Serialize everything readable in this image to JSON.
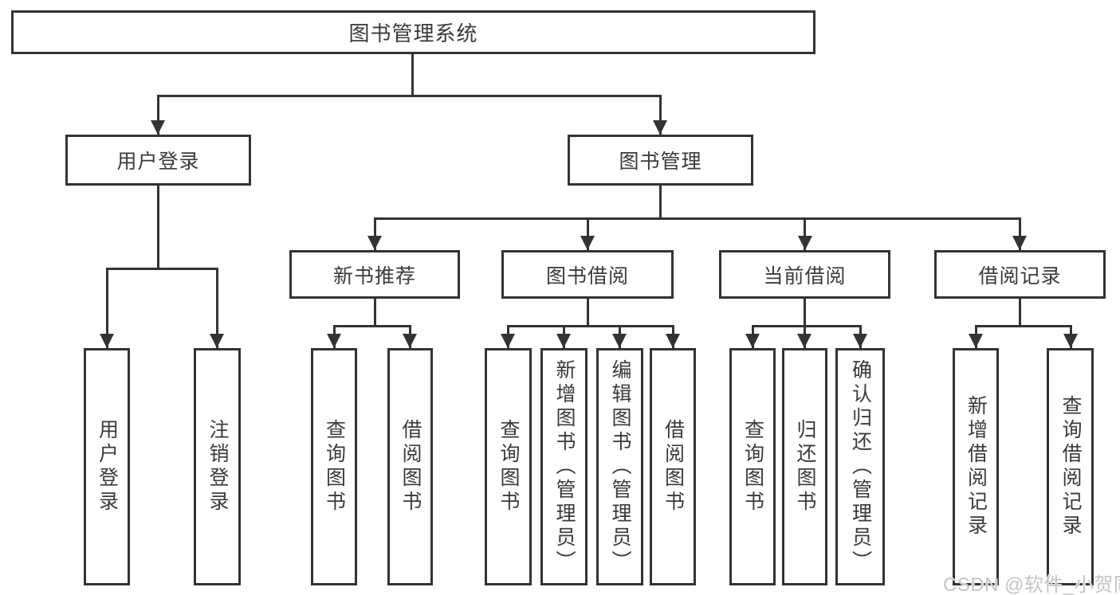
{
  "colors": {
    "line": "#333333",
    "text": "#3a3a3a",
    "background": "#ffffff",
    "watermark": "#c4c4c4"
  },
  "tree": {
    "root": {
      "label": "图书管理系统",
      "children": [
        {
          "label": "用户登录",
          "children": [
            {
              "label": "用户登录"
            },
            {
              "label": "注销登录"
            }
          ]
        },
        {
          "label": "图书管理",
          "children": [
            {
              "label": "新书推荐",
              "children": [
                {
                  "label": "查询图书"
                },
                {
                  "label": "借阅图书"
                }
              ]
            },
            {
              "label": "图书借阅",
              "children": [
                {
                  "label": "查询图书"
                },
                {
                  "label": "新增图书（管理员）"
                },
                {
                  "label": "编辑图书（管理员）"
                },
                {
                  "label": "借阅图书"
                }
              ]
            },
            {
              "label": "当前借阅",
              "children": [
                {
                  "label": "查询图书"
                },
                {
                  "label": "归还图书"
                },
                {
                  "label": "确认归还（管理员）"
                }
              ]
            },
            {
              "label": "借阅记录",
              "children": [
                {
                  "label": "新增借阅记录"
                },
                {
                  "label": "查询借阅记录"
                }
              ]
            }
          ]
        }
      ]
    }
  },
  "watermark": {
    "text": "CSDN @软件_小贺同学"
  }
}
